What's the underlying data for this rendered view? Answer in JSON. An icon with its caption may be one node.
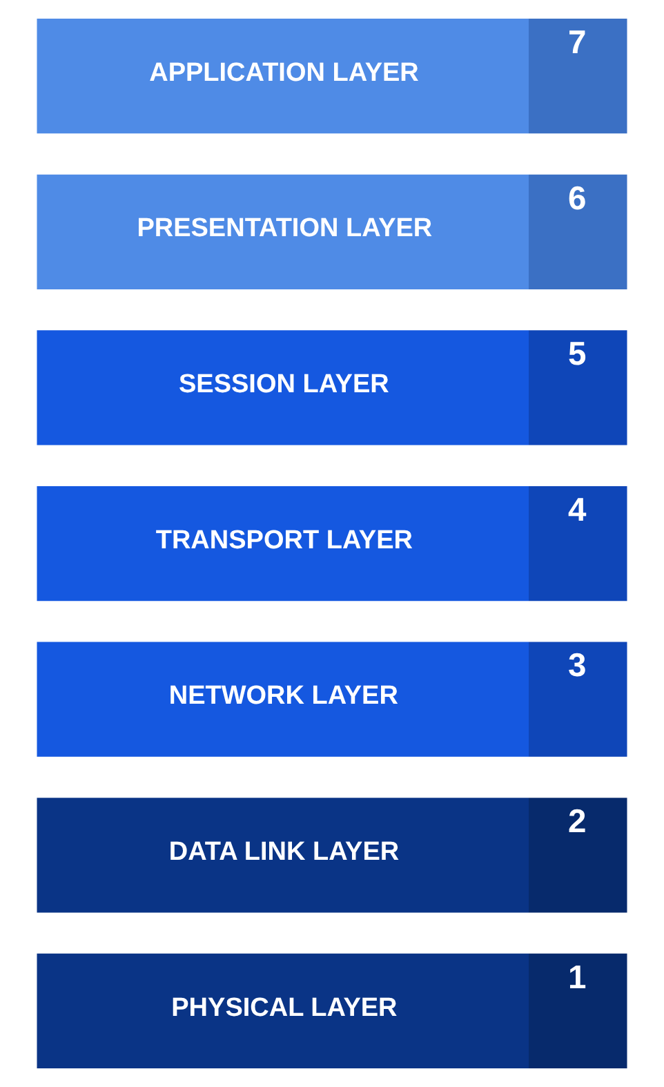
{
  "diagram": {
    "nodes": [
      {
        "text": [
          "APPLICATION LAYER"
        ],
        "beside": [
          "7"
        ]
      },
      {
        "text": [
          "PRESENTATION LAYER"
        ],
        "beside": [
          "6"
        ]
      },
      {
        "text": [
          "SESSION LAYER"
        ],
        "beside": [
          "5"
        ]
      },
      {
        "text": [
          "TRANSPORT LAYER"
        ],
        "beside": [
          "4"
        ]
      },
      {
        "text": [
          "NETWORK LAYER"
        ],
        "beside": [
          "3"
        ]
      },
      {
        "text": [
          "DATA LINK LAYER"
        ],
        "beside": [
          "2"
        ]
      },
      {
        "text": [
          "PHYSICAL LAYER"
        ],
        "beside": [
          "1"
        ]
      }
    ]
  }
}
